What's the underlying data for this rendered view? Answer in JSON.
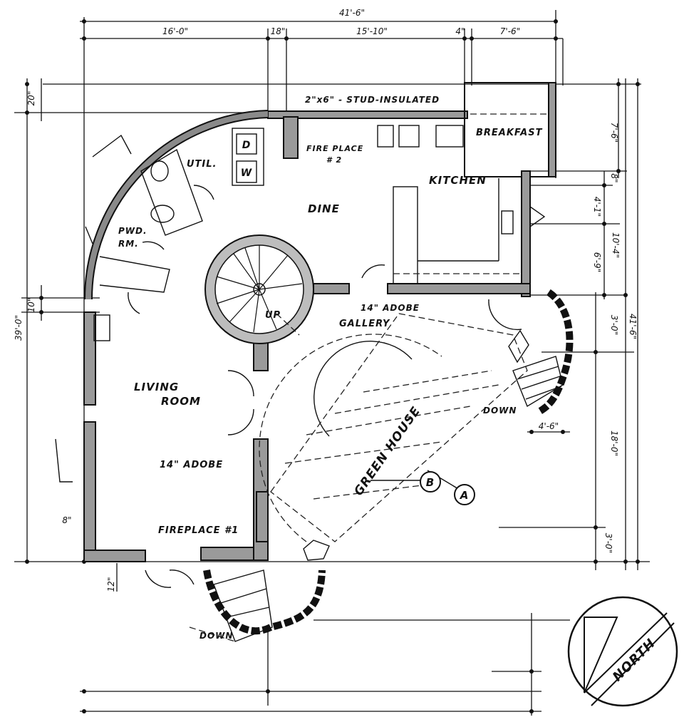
{
  "dimensions": {
    "top_overall": "41'-6\"",
    "top_seg_1": "16'-0\"",
    "top_seg_2": "18\"",
    "top_seg_3": "15'-10\"",
    "top_seg_4": "4\"",
    "top_seg_5": "7'-6\"",
    "left_overall": "39'-0\"",
    "left_small": "20\"",
    "left_mid": "10\"",
    "left_8": "8\"",
    "bottom_12": "12\"",
    "right_7_6": "7'-6\"",
    "right_8": "8\"",
    "right_4_1": "4'-1\"",
    "right_6_9": "6'-9\"",
    "right_10_4": "10'-4\"",
    "right_41_6": "41'-6\"",
    "right_3_0_top": "3'-0\"",
    "right_18_0": "18'-0\"",
    "right_3_0_bottom": "3'-0\"",
    "greenhouse_4_6": "4'-6\""
  },
  "labels": {
    "stud_wall": "2\"x6\" - STUD-INSULATED",
    "breakfast": "BREAKFAST",
    "fireplace_2_line1": "FIRE PLACE",
    "fireplace_2_line2": "# 2",
    "util": "UTIL.",
    "dryer": "D",
    "washer": "W",
    "kitchen": "KITCHEN",
    "dine": "DINE",
    "pwd_line1": "PWD.",
    "pwd_line2": "RM.",
    "up": "UP",
    "adobe_gallery": "14\" ADOBE",
    "gallery": "GALLERY",
    "living_line1": "LIVING",
    "living_line2": "ROOM",
    "adobe_living": "14\" ADOBE",
    "fireplace_1": "FIREPLACE #1",
    "greenhouse": "GREEN HOUSE",
    "down_right": "DOWN",
    "down_bottom": "DOWN",
    "marker_b": "B",
    "marker_a": "A",
    "north": "NORTH"
  }
}
